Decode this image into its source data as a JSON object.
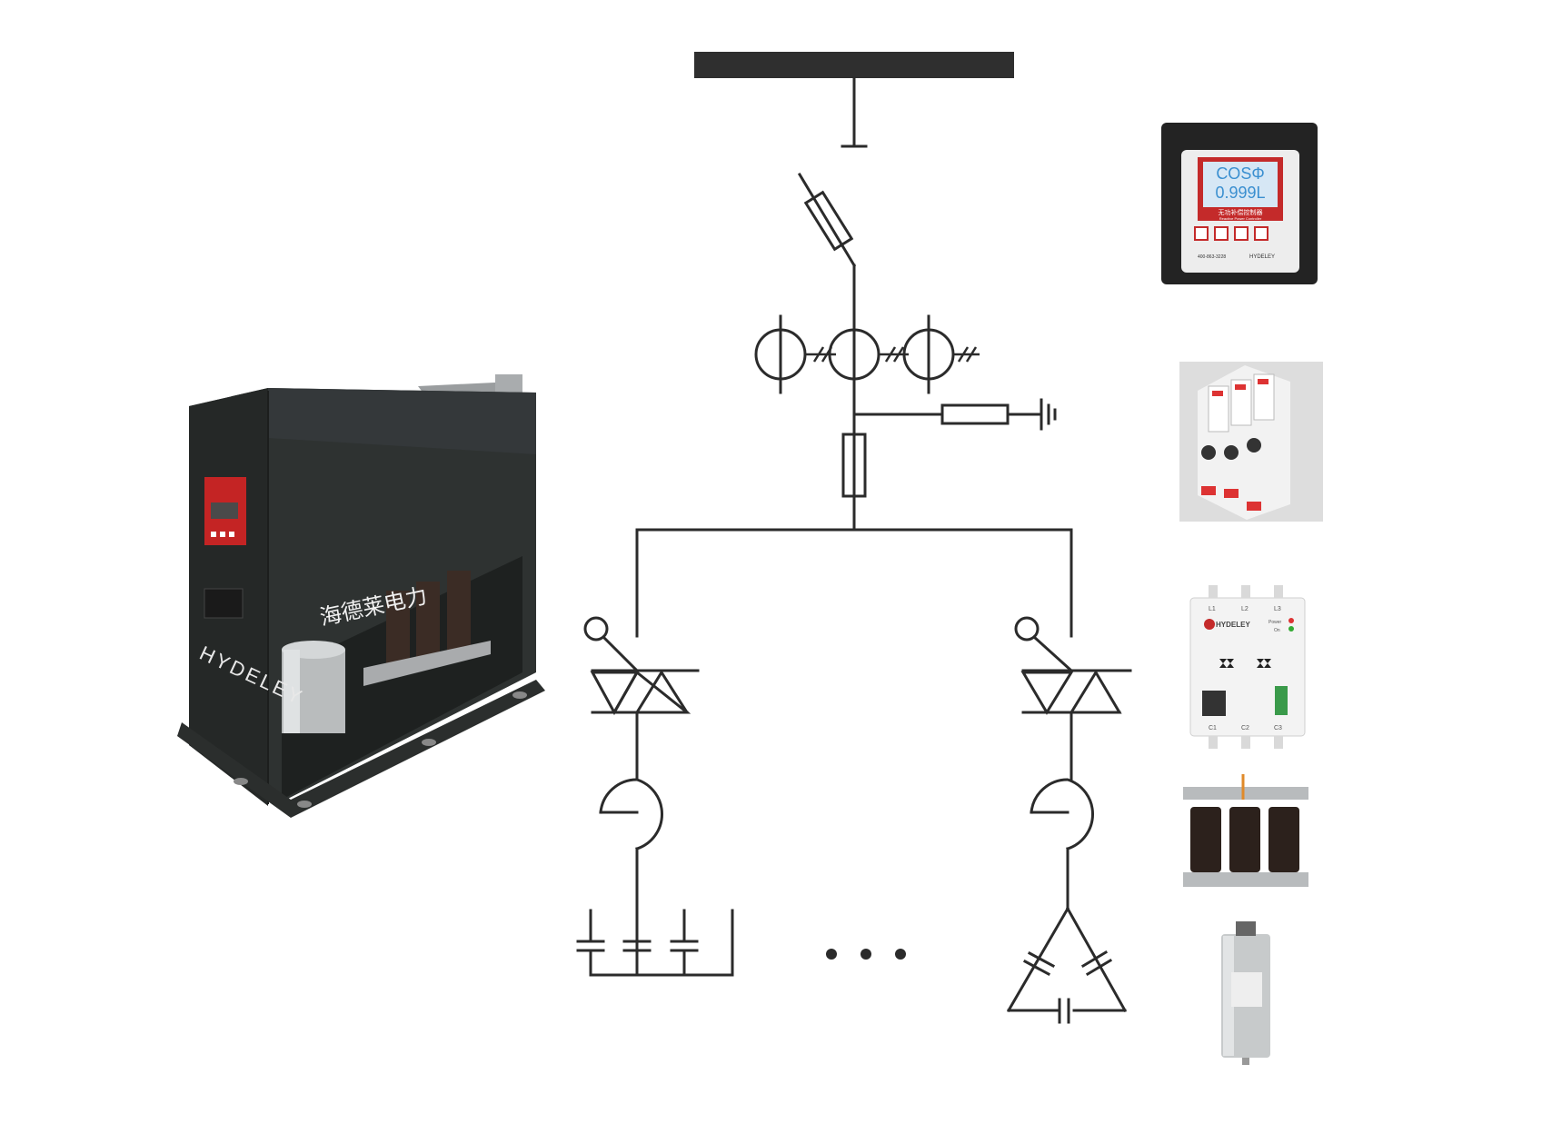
{
  "product_cabinet": {
    "brand": "HYDELEY",
    "brand_cn": "海德莱电力"
  },
  "controller": {
    "label_top": "COSΦ",
    "value": "0.999L",
    "subtitle_cn": "无功补偿控制器",
    "subtitle_en": "Reactive Power Controller",
    "phone": "400-863-3228",
    "brand": "HYDELEY"
  },
  "switch_module": {
    "brand": "HYDELEY",
    "terminals_top": [
      "L1",
      "L2",
      "L3"
    ],
    "terminals_bottom": [
      "C1",
      "C2",
      "C3"
    ],
    "indicators": [
      "Power",
      "On"
    ]
  },
  "continuation": "• • •",
  "colors": {
    "line": "#2b2b2b",
    "cabinet": "#2c2f2e",
    "accent": "#d42b2b",
    "lcd": "#3a8fd0"
  }
}
